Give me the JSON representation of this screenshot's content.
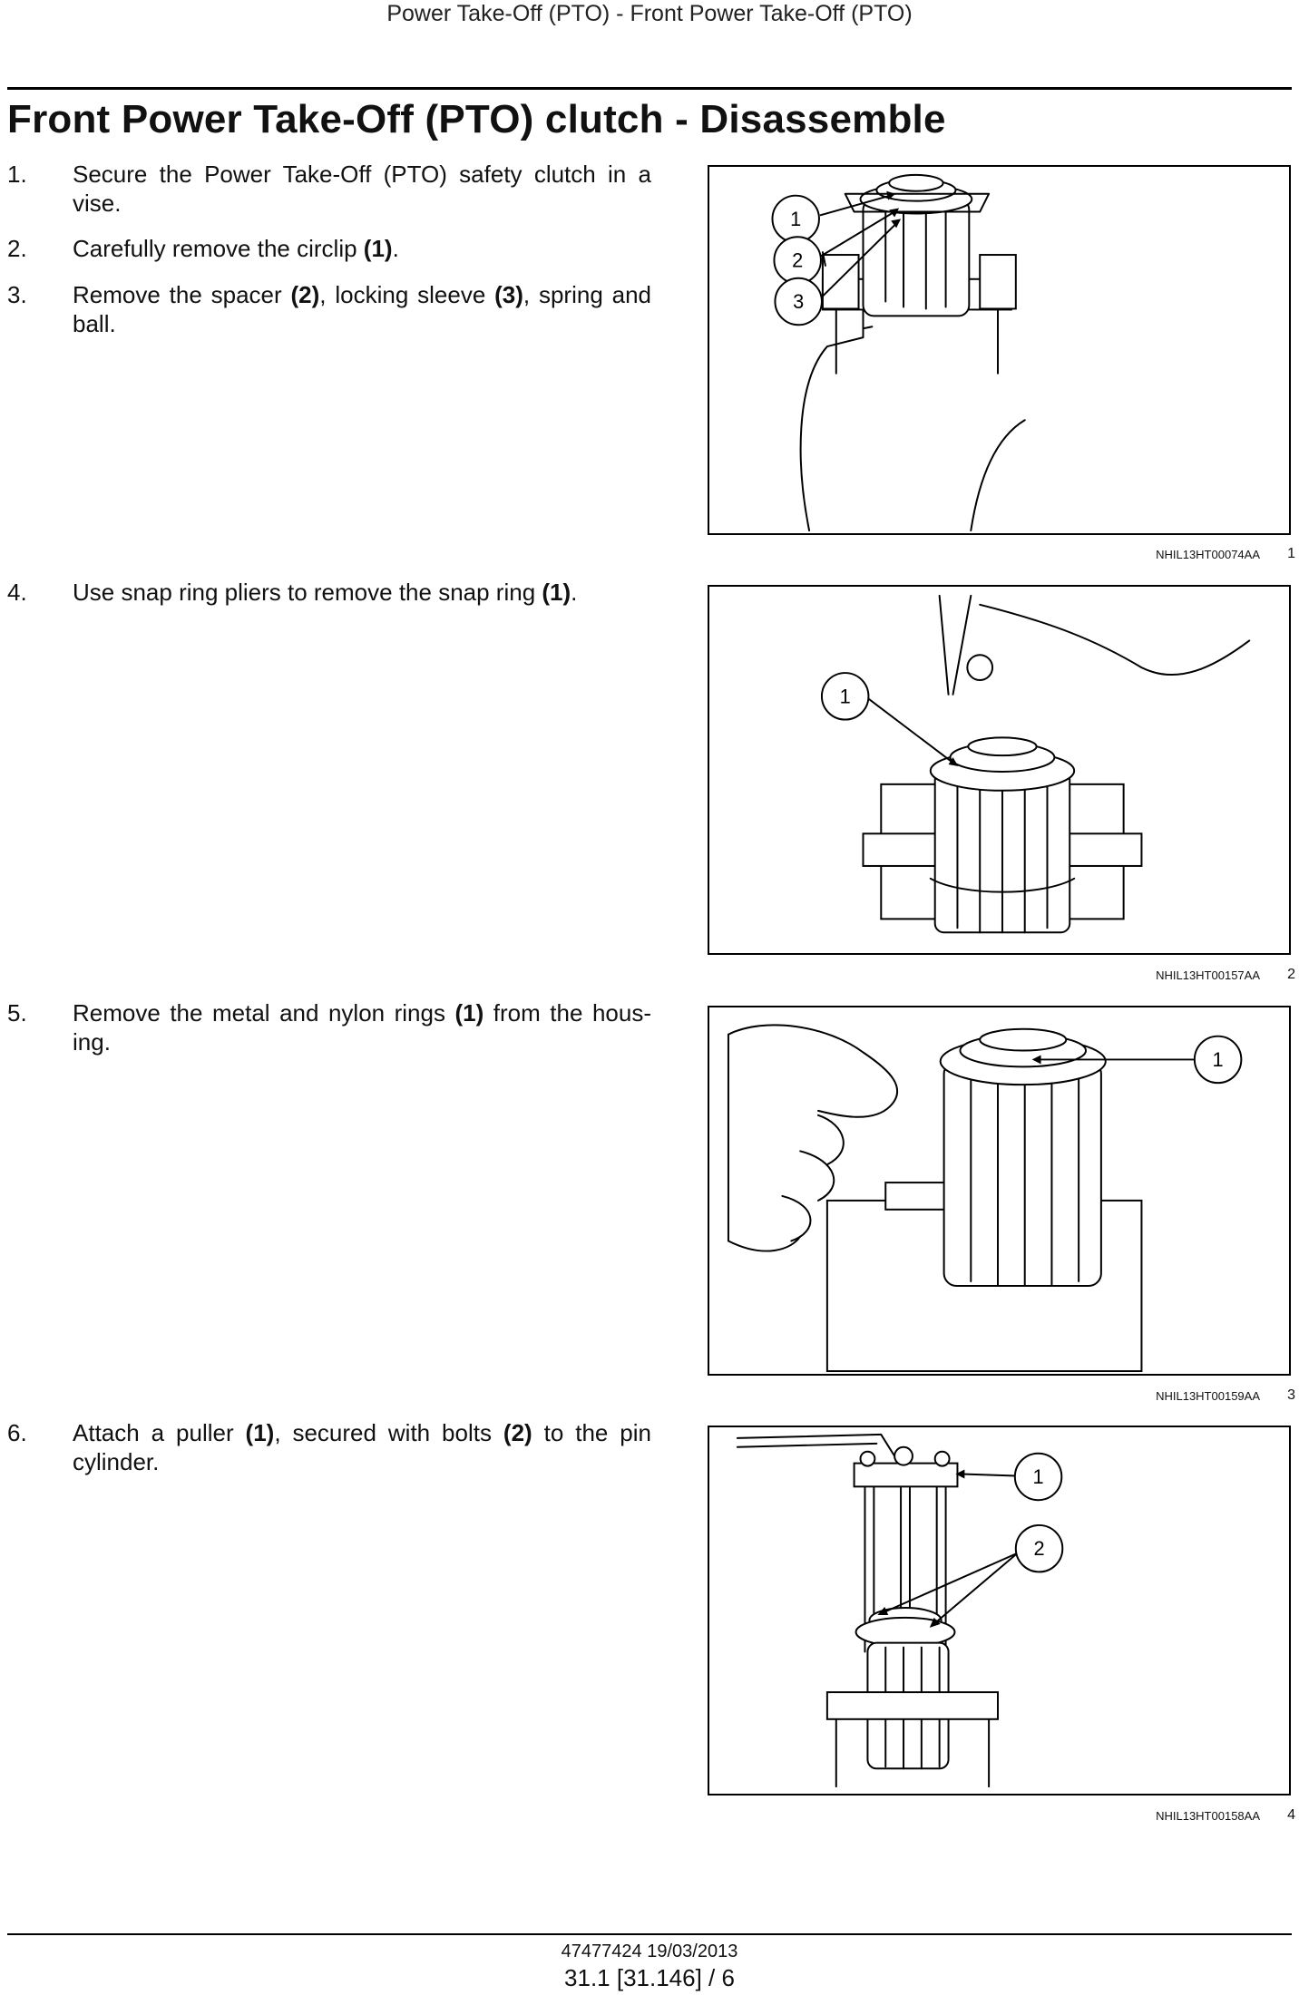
{
  "header": {
    "running_title": "Power Take-Off (PTO) - Front Power Take-Off (PTO)"
  },
  "title": "Front Power Take-Off (PTO) clutch - Disassemble",
  "steps": [
    {
      "num": "1.",
      "parts": [
        [
          "Secure the Power Take-Off (PTO) safety clutch in a vise.",
          false
        ]
      ]
    },
    {
      "num": "2.",
      "parts": [
        [
          "Carefully remove the circlip ",
          false
        ],
        [
          "(1)",
          true
        ],
        [
          ".",
          false
        ]
      ]
    },
    {
      "num": "3.",
      "parts": [
        [
          "Remove the spacer ",
          false
        ],
        [
          "(2)",
          true
        ],
        [
          ", locking sleeve ",
          false
        ],
        [
          "(3)",
          true
        ],
        [
          ", spring and ball.",
          false
        ]
      ]
    },
    {
      "num": "4.",
      "parts": [
        [
          "Use snap ring pliers to remove the snap ring ",
          false
        ],
        [
          "(1)",
          true
        ],
        [
          ".",
          false
        ]
      ]
    },
    {
      "num": "5.",
      "parts": [
        [
          "Remove the metal and nylon rings ",
          false
        ],
        [
          "(1)",
          true
        ],
        [
          " from the hous-ing.",
          false
        ]
      ]
    },
    {
      "num": "6.",
      "parts": [
        [
          "Attach a puller ",
          false
        ],
        [
          "(1)",
          true
        ],
        [
          ", secured with bolts ",
          false
        ],
        [
          "(2)",
          true
        ],
        [
          " to the pin cylinder.",
          false
        ]
      ]
    }
  ],
  "figures": [
    {
      "code": "NHIL13HT00074AA",
      "number": "1",
      "callouts": [
        "1",
        "2",
        "3"
      ]
    },
    {
      "code": "NHIL13HT00157AA",
      "number": "2",
      "callouts": [
        "1"
      ]
    },
    {
      "code": "NHIL13HT00159AA",
      "number": "3",
      "callouts": [
        "1"
      ]
    },
    {
      "code": "NHIL13HT00158AA",
      "number": "4",
      "callouts": [
        "1",
        "2"
      ]
    }
  ],
  "footer": {
    "doc_ref": "47477424 19/03/2013",
    "page_ref": "31.1 [31.146] / 6"
  }
}
